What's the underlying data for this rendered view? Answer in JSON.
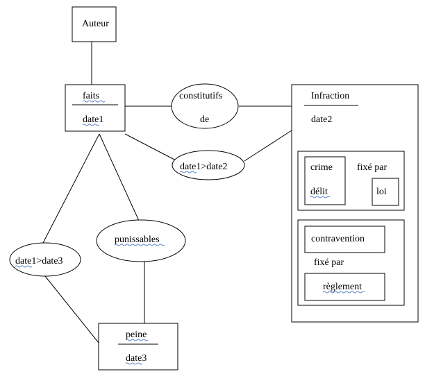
{
  "nodes": {
    "auteur": "Auteur",
    "faits_top": "faits",
    "faits_bottom": "date1",
    "constitutifs_top": "constitutifs",
    "constitutifs_bottom": "de",
    "infraction_top": "Infraction",
    "infraction_bottom": "date2",
    "date1_date2": "date1>date2",
    "crime": "crime",
    "delit": "délit",
    "fixe_par_1": "fixé par",
    "loi": "loi",
    "contravention": "contravention",
    "fixe_par_2": "fixé par",
    "reglement": "règlement",
    "punissables": "punissables",
    "date1_date3": "date1>date3",
    "peine_top": "peine",
    "peine_bottom": "date3"
  }
}
